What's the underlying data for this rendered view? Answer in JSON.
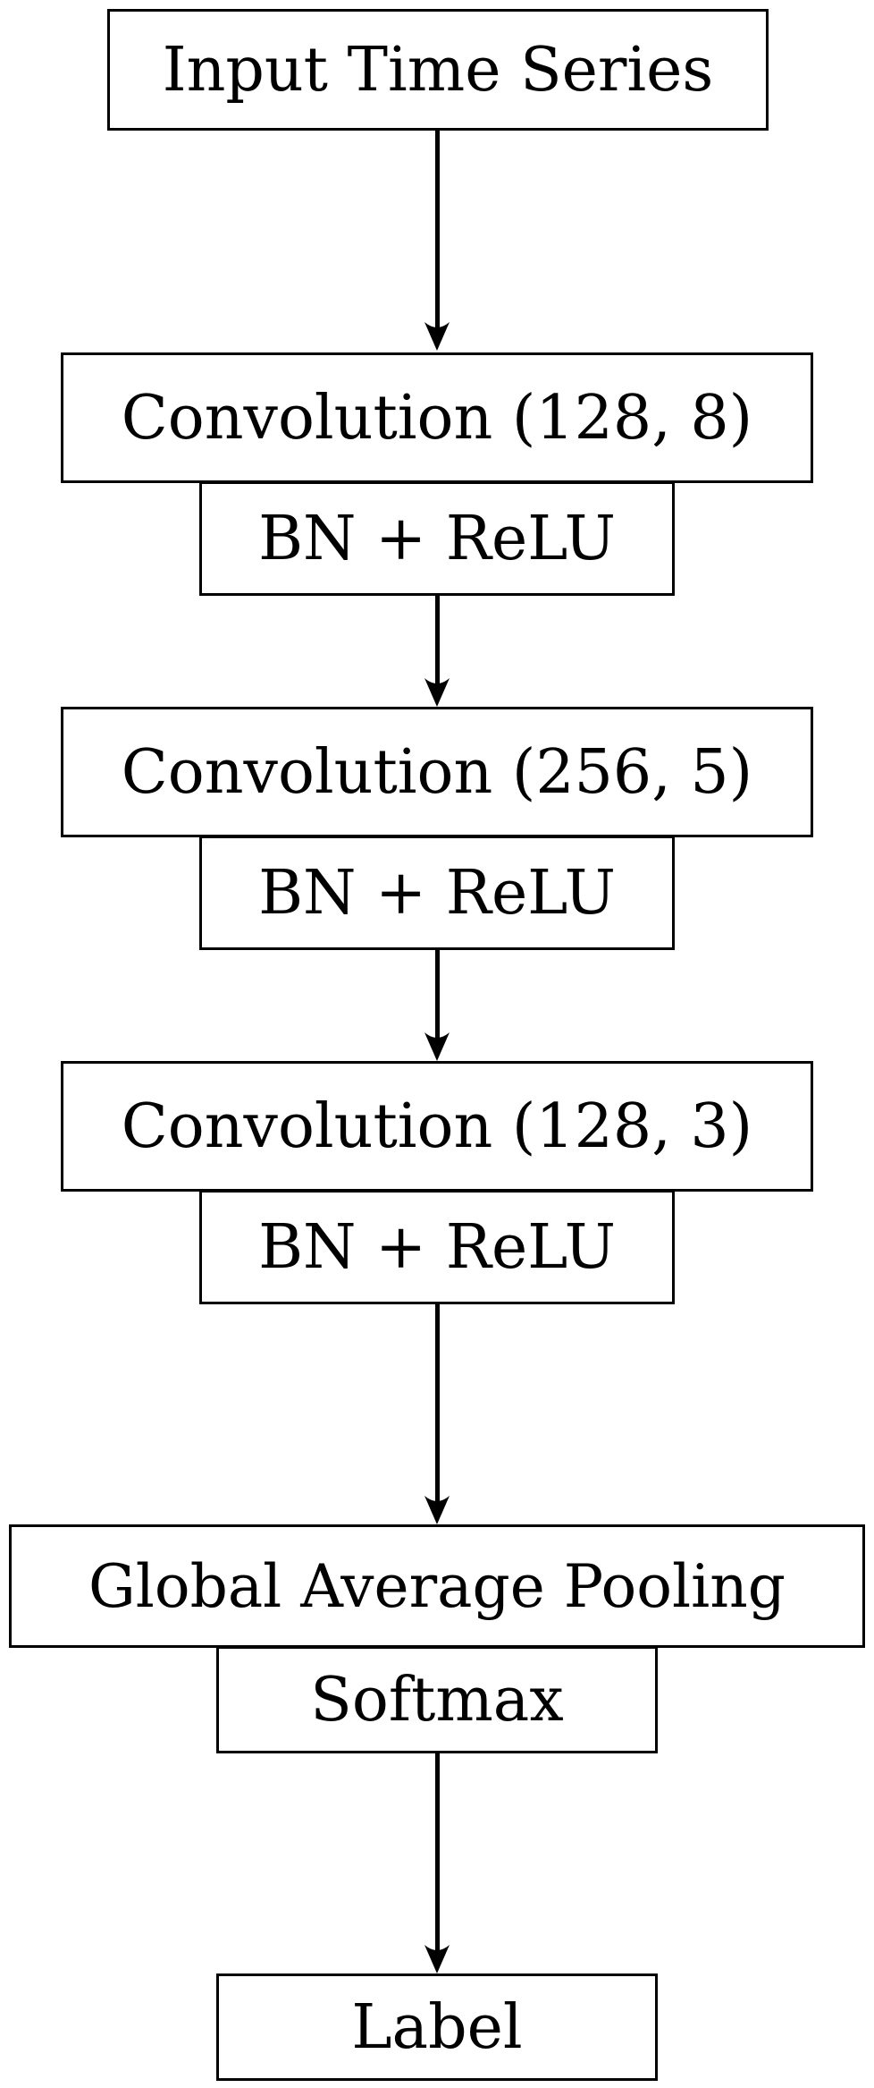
{
  "diagram": {
    "input": "Input Time Series",
    "blocks": [
      {
        "conv": "Convolution (128, 8)",
        "post": "BN + ReLU"
      },
      {
        "conv": "Convolution (256, 5)",
        "post": "BN + ReLU"
      },
      {
        "conv": "Convolution (128, 3)",
        "post": "BN + ReLU"
      }
    ],
    "pooling": "Global Average Pooling",
    "activation": "Softmax",
    "output": "Label"
  }
}
